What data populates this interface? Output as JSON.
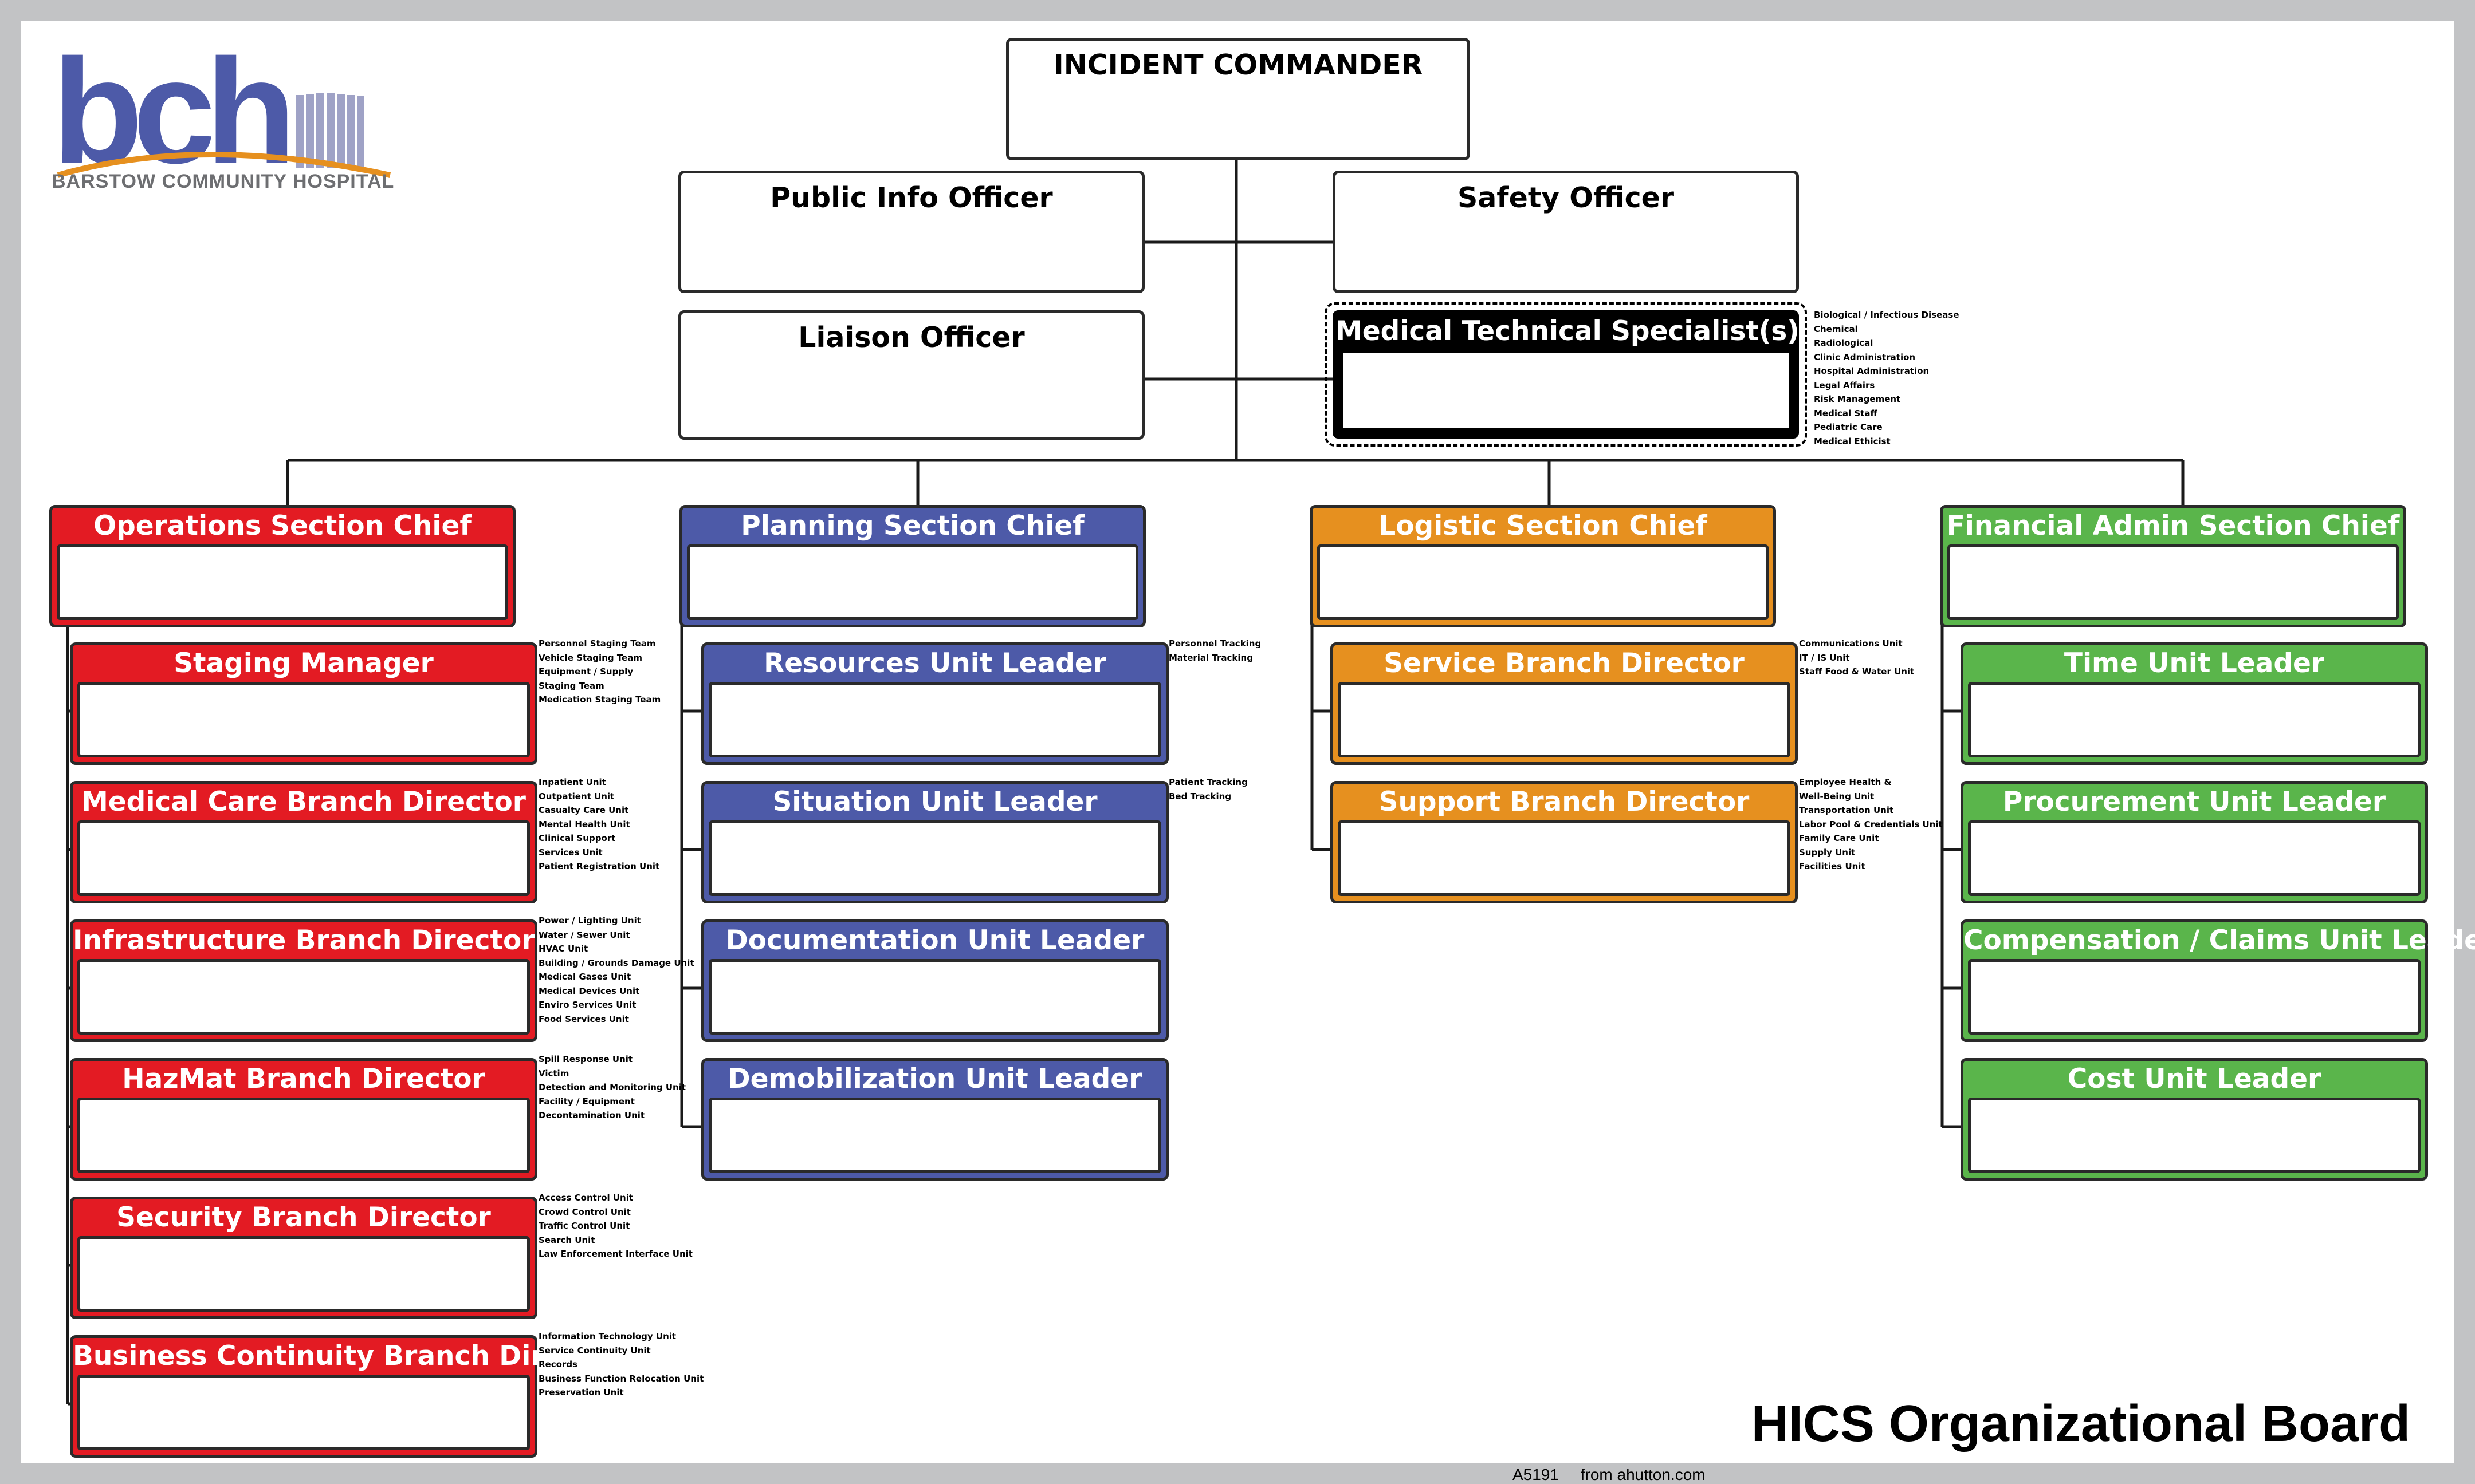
{
  "colors": {
    "operations": "#e31b23",
    "planning": "#4d5aa8",
    "logistics": "#e6901f",
    "finance": "#5ab54b",
    "specialist": "#000000"
  },
  "logo": {
    "letters": "bch",
    "tagline": "BARSTOW COMMUNITY HOSPITAL"
  },
  "command": {
    "incident_commander": "INCIDENT COMMANDER",
    "public_info_officer": "Public Info Officer",
    "safety_officer": "Safety Officer",
    "liaison_officer": "Liaison Officer",
    "medical_technical_specialist": "Medical Technical Specialist(s)",
    "specialist_list": [
      "Biological / Infectious Disease",
      "Chemical",
      "Radiological",
      "Clinic Administration",
      "Hospital Administration",
      "Legal Affairs",
      "Risk Management",
      "Medical Staff",
      "Pediatric Care",
      "Medical Ethicist"
    ]
  },
  "sections": [
    {
      "key": "operations",
      "chief": "Operations Section Chief",
      "units": [
        {
          "title": "Staging Manager",
          "items": [
            "Personnel Staging Team",
            "Vehicle Staging Team",
            "Equipment / Supply",
            "Staging Team",
            "Medication Staging Team"
          ]
        },
        {
          "title": "Medical Care Branch Director",
          "items": [
            "Inpatient Unit",
            "Outpatient Unit",
            "Casualty Care Unit",
            "Mental Health Unit",
            "Clinical Support",
            "Services Unit",
            "Patient Registration Unit"
          ]
        },
        {
          "title": "Infrastructure Branch Director",
          "items": [
            "Power / Lighting Unit",
            "Water / Sewer Unit",
            "HVAC Unit",
            "Building / Grounds Damage Unit",
            "Medical Gases Unit",
            "Medical Devices Unit",
            "Enviro Services Unit",
            "Food Services Unit"
          ]
        },
        {
          "title": "HazMat Branch Director",
          "items": [
            "Spill Response Unit",
            "Victim",
            "Detection and Monitoring Unit",
            "Facility / Equipment",
            "Decontamination Unit"
          ]
        },
        {
          "title": "Security Branch Director",
          "items": [
            "Access Control Unit",
            "Crowd Control Unit",
            "Traffic Control Unit",
            "Search Unit",
            "Law Enforcement Interface Unit"
          ]
        },
        {
          "title": "Business Continuity Branch Director",
          "items": [
            "Information Technology Unit",
            "Service Continuity Unit",
            "Records",
            "Business Function Relocation Unit",
            "Preservation Unit"
          ]
        }
      ]
    },
    {
      "key": "planning",
      "chief": "Planning Section Chief",
      "units": [
        {
          "title": "Resources Unit Leader",
          "items": [
            "Personnel Tracking",
            "Material Tracking"
          ]
        },
        {
          "title": "Situation Unit Leader",
          "items": [
            "Patient Tracking",
            "Bed Tracking"
          ]
        },
        {
          "title": "Documentation Unit Leader",
          "items": []
        },
        {
          "title": "Demobilization Unit Leader",
          "items": []
        }
      ]
    },
    {
      "key": "logistics",
      "chief": "Logistic Section Chief",
      "units": [
        {
          "title": "Service Branch Director",
          "items": [
            "Communications Unit",
            "IT / IS Unit",
            "Staff Food & Water Unit"
          ]
        },
        {
          "title": "Support Branch Director",
          "items": [
            "Employee Health &",
            "Well-Being Unit",
            "Transportation Unit",
            "Labor Pool & Credentials Unit",
            "Family Care Unit",
            "Supply Unit",
            "Facilities Unit"
          ]
        }
      ]
    },
    {
      "key": "finance",
      "chief": "Financial Admin Section Chief",
      "units": [
        {
          "title": "Time Unit Leader",
          "items": []
        },
        {
          "title": "Procurement Unit Leader",
          "items": []
        },
        {
          "title": "Compensation / Claims Unit Leader",
          "items": []
        },
        {
          "title": "Cost Unit Leader",
          "items": []
        }
      ]
    }
  ],
  "board_title": "HICS Organizational Board",
  "footer": {
    "code": "A5191",
    "source": "from ahutton.com"
  }
}
